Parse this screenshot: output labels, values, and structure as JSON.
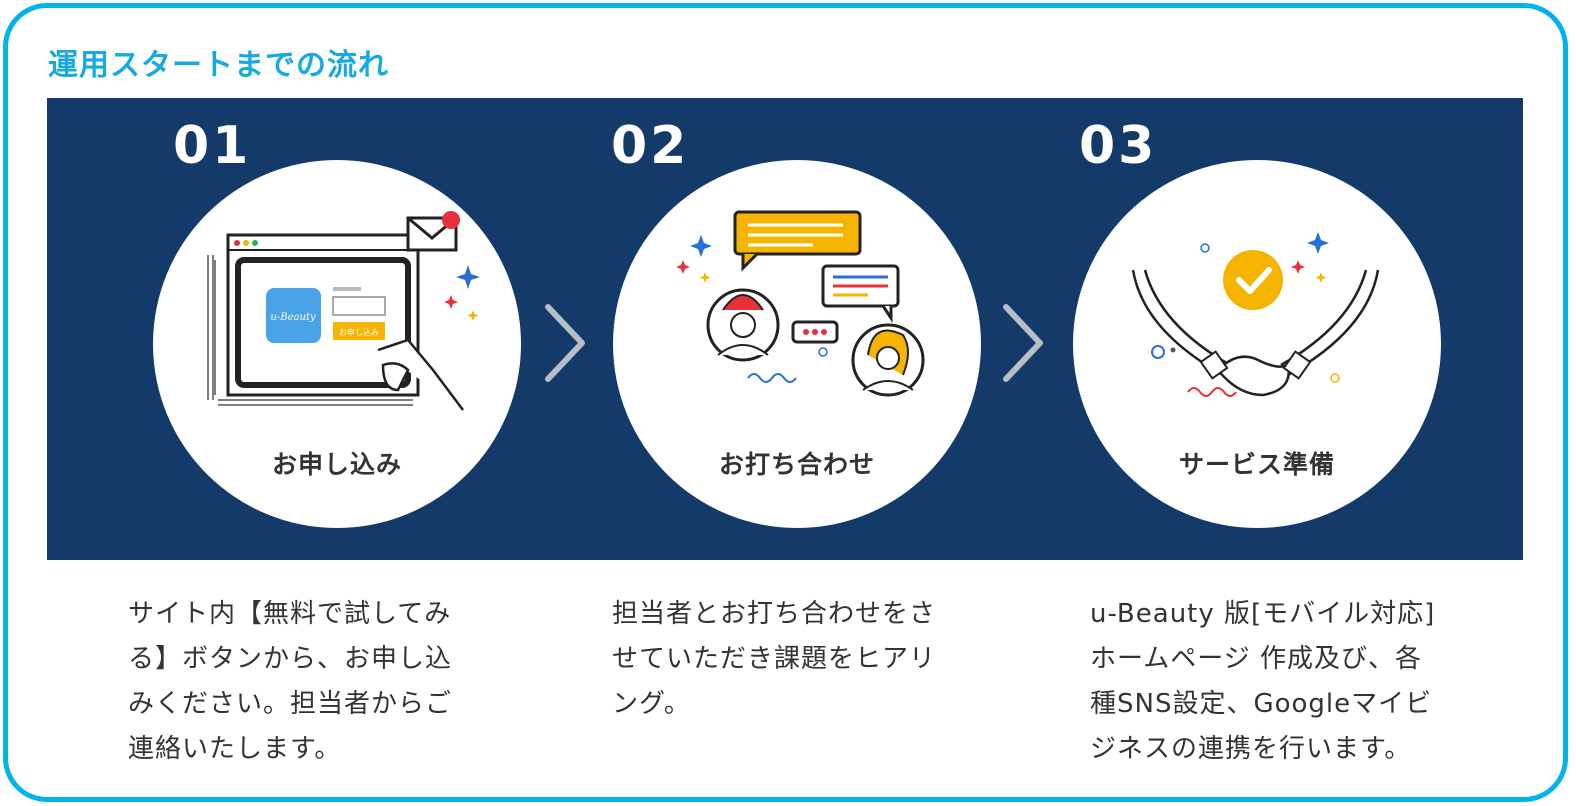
{
  "section": {
    "title": "運用スタートまでの流れ"
  },
  "steps": [
    {
      "number": "01",
      "label": "お申し込み",
      "description": "サイト内【無料で試してみ\nる】ボタンから、お申し込\nみください。担当者からご\n連絡いたします。",
      "illustration": {
        "icon": "browser-signup-icon",
        "app_name": "u-Beauty",
        "button_text": "お申し込み"
      }
    },
    {
      "number": "02",
      "label": "お打ち合わせ",
      "description": "担当者とお打ち合わせをさ\nせていただき課題をヒアリ\nング。",
      "illustration": {
        "icon": "chat-meeting-icon"
      }
    },
    {
      "number": "03",
      "label": "サービス準備",
      "description": "u-Beauty 版[モバイル対応]\nホームページ 作成及び、各\n種SNS設定、Googleマイビ\nジネスの連携を行います。",
      "illustration": {
        "icon": "handshake-check-icon"
      }
    }
  ],
  "colors": {
    "border": "#00b3e8",
    "title": "#17a9df",
    "banner": "#133a68",
    "accent_yellow": "#f5b400",
    "accent_red": "#e8303a",
    "accent_blue": "#2a6fd6"
  }
}
